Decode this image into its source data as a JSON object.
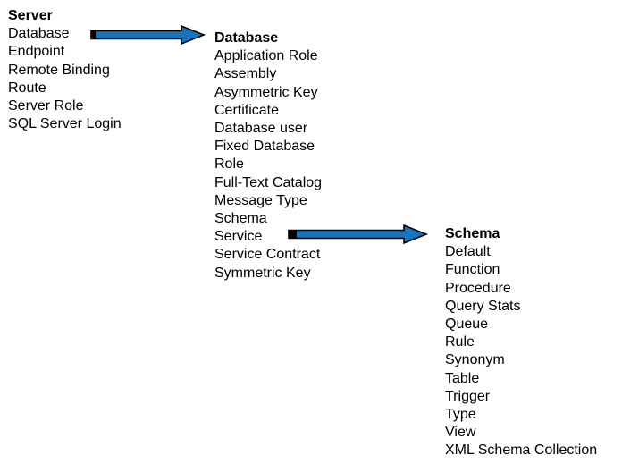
{
  "columns": [
    {
      "header": "Server",
      "items": [
        "Database",
        "Endpoint",
        "Remote Binding",
        "Route",
        "Server Role",
        "SQL Server Login"
      ]
    },
    {
      "header": "Database",
      "items": [
        "Application Role",
        "Assembly",
        "Asymmetric Key",
        "Certificate",
        "Database user",
        "Fixed Database",
        "Role",
        "Full-Text Catalog",
        "Message Type",
        "Schema",
        "Service",
        "Service Contract",
        "Symmetric Key"
      ]
    },
    {
      "header": "Schema",
      "items": [
        "Default",
        "Function",
        "Procedure",
        "Query Stats",
        "Queue",
        "Rule",
        "Synonym",
        "Table",
        "Trigger",
        "Type",
        "View",
        "XML Schema Collection"
      ]
    }
  ],
  "arrows": [
    {
      "from_item": "Database",
      "to_header": "Database"
    },
    {
      "from_item": "Service",
      "to_header": "Schema"
    }
  ],
  "colors": {
    "text": "#000000",
    "background": "#FFFFFF",
    "arrow_fill": "#1A74BD",
    "arrow_outline": "#000000"
  }
}
